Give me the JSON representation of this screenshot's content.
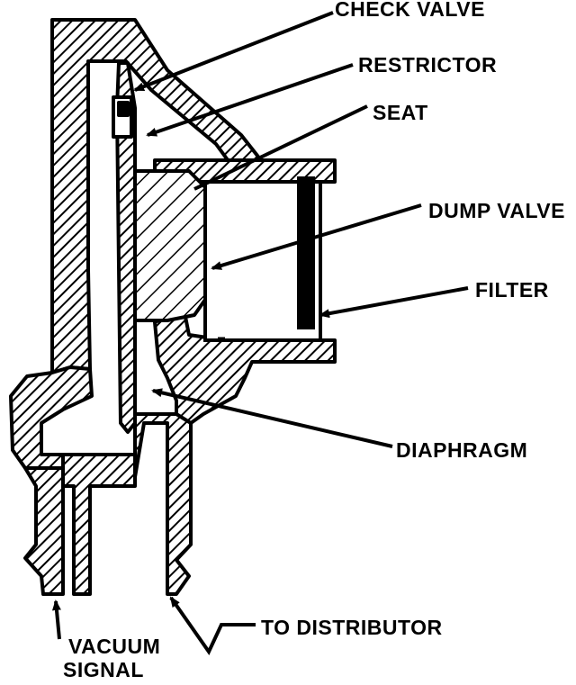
{
  "diagram": {
    "labels": {
      "check_valve": "CHECK VALVE",
      "restrictor": "RESTRICTOR",
      "seat": "SEAT",
      "dump_valve": "DUMP VALVE",
      "filter": "FILTER",
      "diaphragm": "DIAPHRAGM",
      "to_distributor": "TO DISTRIBUTOR",
      "vacuum_line1": "VACUUM",
      "vacuum_line2": "SIGNAL"
    },
    "colors": {
      "ink": "#000000",
      "paper": "#ffffff"
    }
  }
}
